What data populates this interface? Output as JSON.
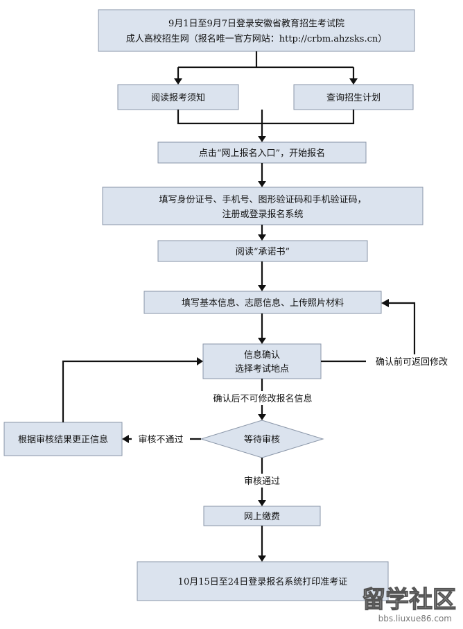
{
  "flowchart": {
    "step1_line1": "9月1日至9月7日登录安徽省教育招生考试院",
    "step1_line2": "成人高校招生网（报名唯一官方网站：http://crbm.ahzsks.cn）",
    "step2a": "阅读报考须知",
    "step2b": "查询招生计划",
    "step3": "点击“网上报名入口”，开始报名",
    "step4_line1": "填写身份证号、手机号、图形验证码和手机验证码，",
    "step4_line2": "注册或登录报名系统",
    "step5": "阅读“承诺书”",
    "step6": "填写基本信息、志愿信息、上传照片材料",
    "step7_line1": "信息确认",
    "step7_line2": "选择考试地点",
    "label_return": "确认前可返回修改",
    "label_locked": "确认后不可修改报名信息",
    "step8": "等待审核",
    "label_fail": "审核不通过",
    "fail_box": "根据审核结果更正信息",
    "label_pass": "审核通过",
    "step9": "网上缴费",
    "step10": "10月15日至24日登录报名系统打印准考证"
  },
  "watermark": {
    "logo_text": "留学社区",
    "url": "bbs.liuxue86.com"
  }
}
